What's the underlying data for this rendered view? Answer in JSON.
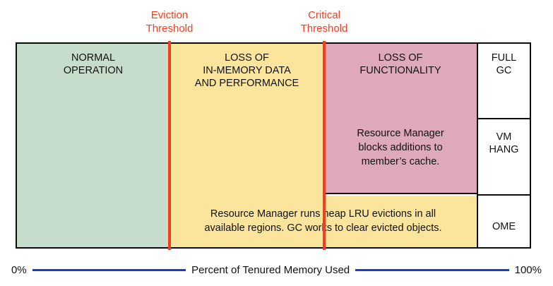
{
  "diagram": {
    "title": "Tenured memory usage states",
    "colors": {
      "normal": "#c6ddcc",
      "warning": "#fbe49b",
      "critical": "#deaabb",
      "threshold_marker": "#fa3c1e",
      "axis": "#1a3ccc",
      "border": "#0d0d0d",
      "text": "#111111"
    },
    "thresholds": [
      {
        "id": "eviction",
        "label": "Eviction\nThreshold",
        "position_percent": 30
      },
      {
        "id": "critical",
        "label": "Critical\nThreshold",
        "position_percent": 60
      }
    ],
    "bands": [
      {
        "id": "normal",
        "heading": "NORMAL\nOPERATION",
        "color": "#c6ddcc"
      },
      {
        "id": "loss-memory",
        "heading": "LOSS OF\nIN-MEMORY DATA\nAND PERFORMANCE",
        "color": "#fbe49b"
      },
      {
        "id": "loss-functionality",
        "heading": "LOSS OF\nFUNCTIONALITY",
        "color": "#deaabb"
      }
    ],
    "notes": {
      "blocks_additions": "Resource Manager\nblocks additions to\nmember’s cache.",
      "heap_lru_evictions": "Resource Manager runs heap LRU evictions in all\navailable regions. GC works to clear evicted objects."
    },
    "gc_column": {
      "entries": [
        {
          "id": "full-gc",
          "label": "FULL\nGC"
        },
        {
          "id": "vm-hang",
          "label": "VM\nHANG"
        },
        {
          "id": "ome",
          "label": "OME"
        }
      ]
    },
    "axis": {
      "start_label": "0%",
      "end_label": "100%",
      "title": "Percent of Tenured Memory Used"
    }
  }
}
